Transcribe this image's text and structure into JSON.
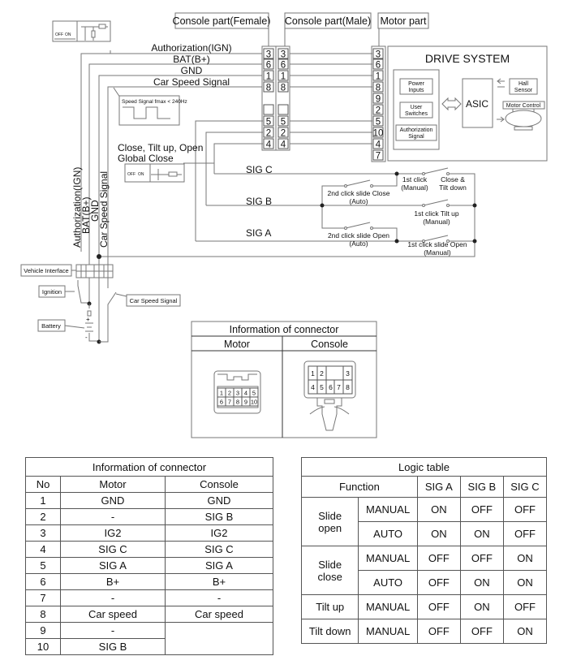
{
  "diagram": {
    "part_labels": {
      "console_female": "Console part(Female)",
      "console_male": "Console part(Male)",
      "motor": "Motor part"
    },
    "wire_labels": {
      "authorization": "Authorization(IGN)",
      "bat": "BAT(B+)",
      "gnd": "GND",
      "car_speed": "Car Speed Signal"
    },
    "vertical_labels": {
      "authorization": "Authorization(IGN)",
      "bat": "BAT(B+)",
      "gnd": "GND",
      "car_speed": "Car Speed Signal"
    },
    "speed_signal_note": "Speed Signal fmax < 240Hz",
    "switch_note": [
      "Close, Tilt up, Open",
      "Global Close"
    ],
    "console_female_pins": [
      "3",
      "6",
      "1",
      "8",
      "",
      "5",
      "2",
      "4"
    ],
    "console_male_pins": [
      "3",
      "6",
      "1",
      "8",
      "",
      "5",
      "2",
      "4"
    ],
    "motor_pins": [
      "3",
      "6",
      "1",
      "8",
      "9",
      "2",
      "5",
      "10",
      "4",
      "7"
    ],
    "drive_system": {
      "title": "DRIVE SYSTEM",
      "inputs": [
        "Power Inputs",
        "User Switches",
        "Authorization Signal"
      ],
      "asic": "ASIC",
      "hall_sensor": "Hall Sensor",
      "motor_control": "Motor Control"
    },
    "signals": {
      "sig_c": "SIG C",
      "sig_b": "SIG B",
      "sig_a": "SIG A"
    },
    "switch_labels": {
      "first_click_manual": [
        "1st click",
        "(Manual)"
      ],
      "close_tilt_down": [
        "Close &",
        "Tilt down"
      ],
      "second_click_close": [
        "2nd click slide Close",
        "(Auto)"
      ],
      "first_click_tilt_up": [
        "1st click Tilt up",
        "(Manual)"
      ],
      "second_click_open": [
        "2nd click slide Open",
        "(Auto)"
      ],
      "first_click_open": [
        "1st click slide Open",
        "(Manual)"
      ]
    },
    "vehicle": {
      "vehicle_interface": "Vehicle Interface",
      "ignition": "Ignition",
      "battery": "Battery",
      "car_speed_signal": "Car Speed Signal",
      "battery_plus": "+",
      "battery_minus": "-"
    },
    "mini_switch": {
      "off": "OFF",
      "on": "ON"
    },
    "connector_info": {
      "title": "Information of connector",
      "motor_header": "Motor",
      "console_header": "Console",
      "motor_pins": [
        "1",
        "2",
        "3",
        "4",
        "5",
        "6",
        "7",
        "8",
        "9",
        "10"
      ],
      "console_pins": [
        "1",
        "2",
        "3",
        "4",
        "5",
        "6",
        "7",
        "8"
      ]
    }
  },
  "connector_table": {
    "title": "Information of connector",
    "headers": [
      "No",
      "Motor",
      "Console"
    ],
    "rows": [
      {
        "no": "1",
        "motor": "GND",
        "console": "GND"
      },
      {
        "no": "2",
        "motor": "-",
        "console": "SIG B"
      },
      {
        "no": "3",
        "motor": "IG2",
        "console": "IG2"
      },
      {
        "no": "4",
        "motor": "SIG C",
        "console": "SIG C"
      },
      {
        "no": "5",
        "motor": "SIG A",
        "console": "SIG A"
      },
      {
        "no": "6",
        "motor": "B+",
        "console": "B+"
      },
      {
        "no": "7",
        "motor": "-",
        "console": "-"
      },
      {
        "no": "8",
        "motor": "Car speed",
        "console": "Car speed"
      },
      {
        "no": "9",
        "motor": "-",
        "console": ""
      },
      {
        "no": "10",
        "motor": "SIG B",
        "console": ""
      }
    ]
  },
  "logic_table": {
    "title": "Logic table",
    "headers": [
      "Function",
      "SIG A",
      "SIG B",
      "SIG C"
    ],
    "groups": [
      {
        "function": "Slide open",
        "rows": [
          {
            "mode": "MANUAL",
            "sig_a": "ON",
            "sig_b": "OFF",
            "sig_c": "OFF"
          },
          {
            "mode": "AUTO",
            "sig_a": "ON",
            "sig_b": "ON",
            "sig_c": "OFF"
          }
        ]
      },
      {
        "function": "Slide close",
        "rows": [
          {
            "mode": "MANUAL",
            "sig_a": "OFF",
            "sig_b": "OFF",
            "sig_c": "ON"
          },
          {
            "mode": "AUTO",
            "sig_a": "OFF",
            "sig_b": "ON",
            "sig_c": "ON"
          }
        ]
      },
      {
        "function": "Tilt up",
        "rows": [
          {
            "mode": "MANUAL",
            "sig_a": "OFF",
            "sig_b": "ON",
            "sig_c": "OFF"
          }
        ]
      },
      {
        "function": "Tilt down",
        "rows": [
          {
            "mode": "MANUAL",
            "sig_a": "OFF",
            "sig_b": "OFF",
            "sig_c": "ON"
          }
        ]
      }
    ]
  }
}
